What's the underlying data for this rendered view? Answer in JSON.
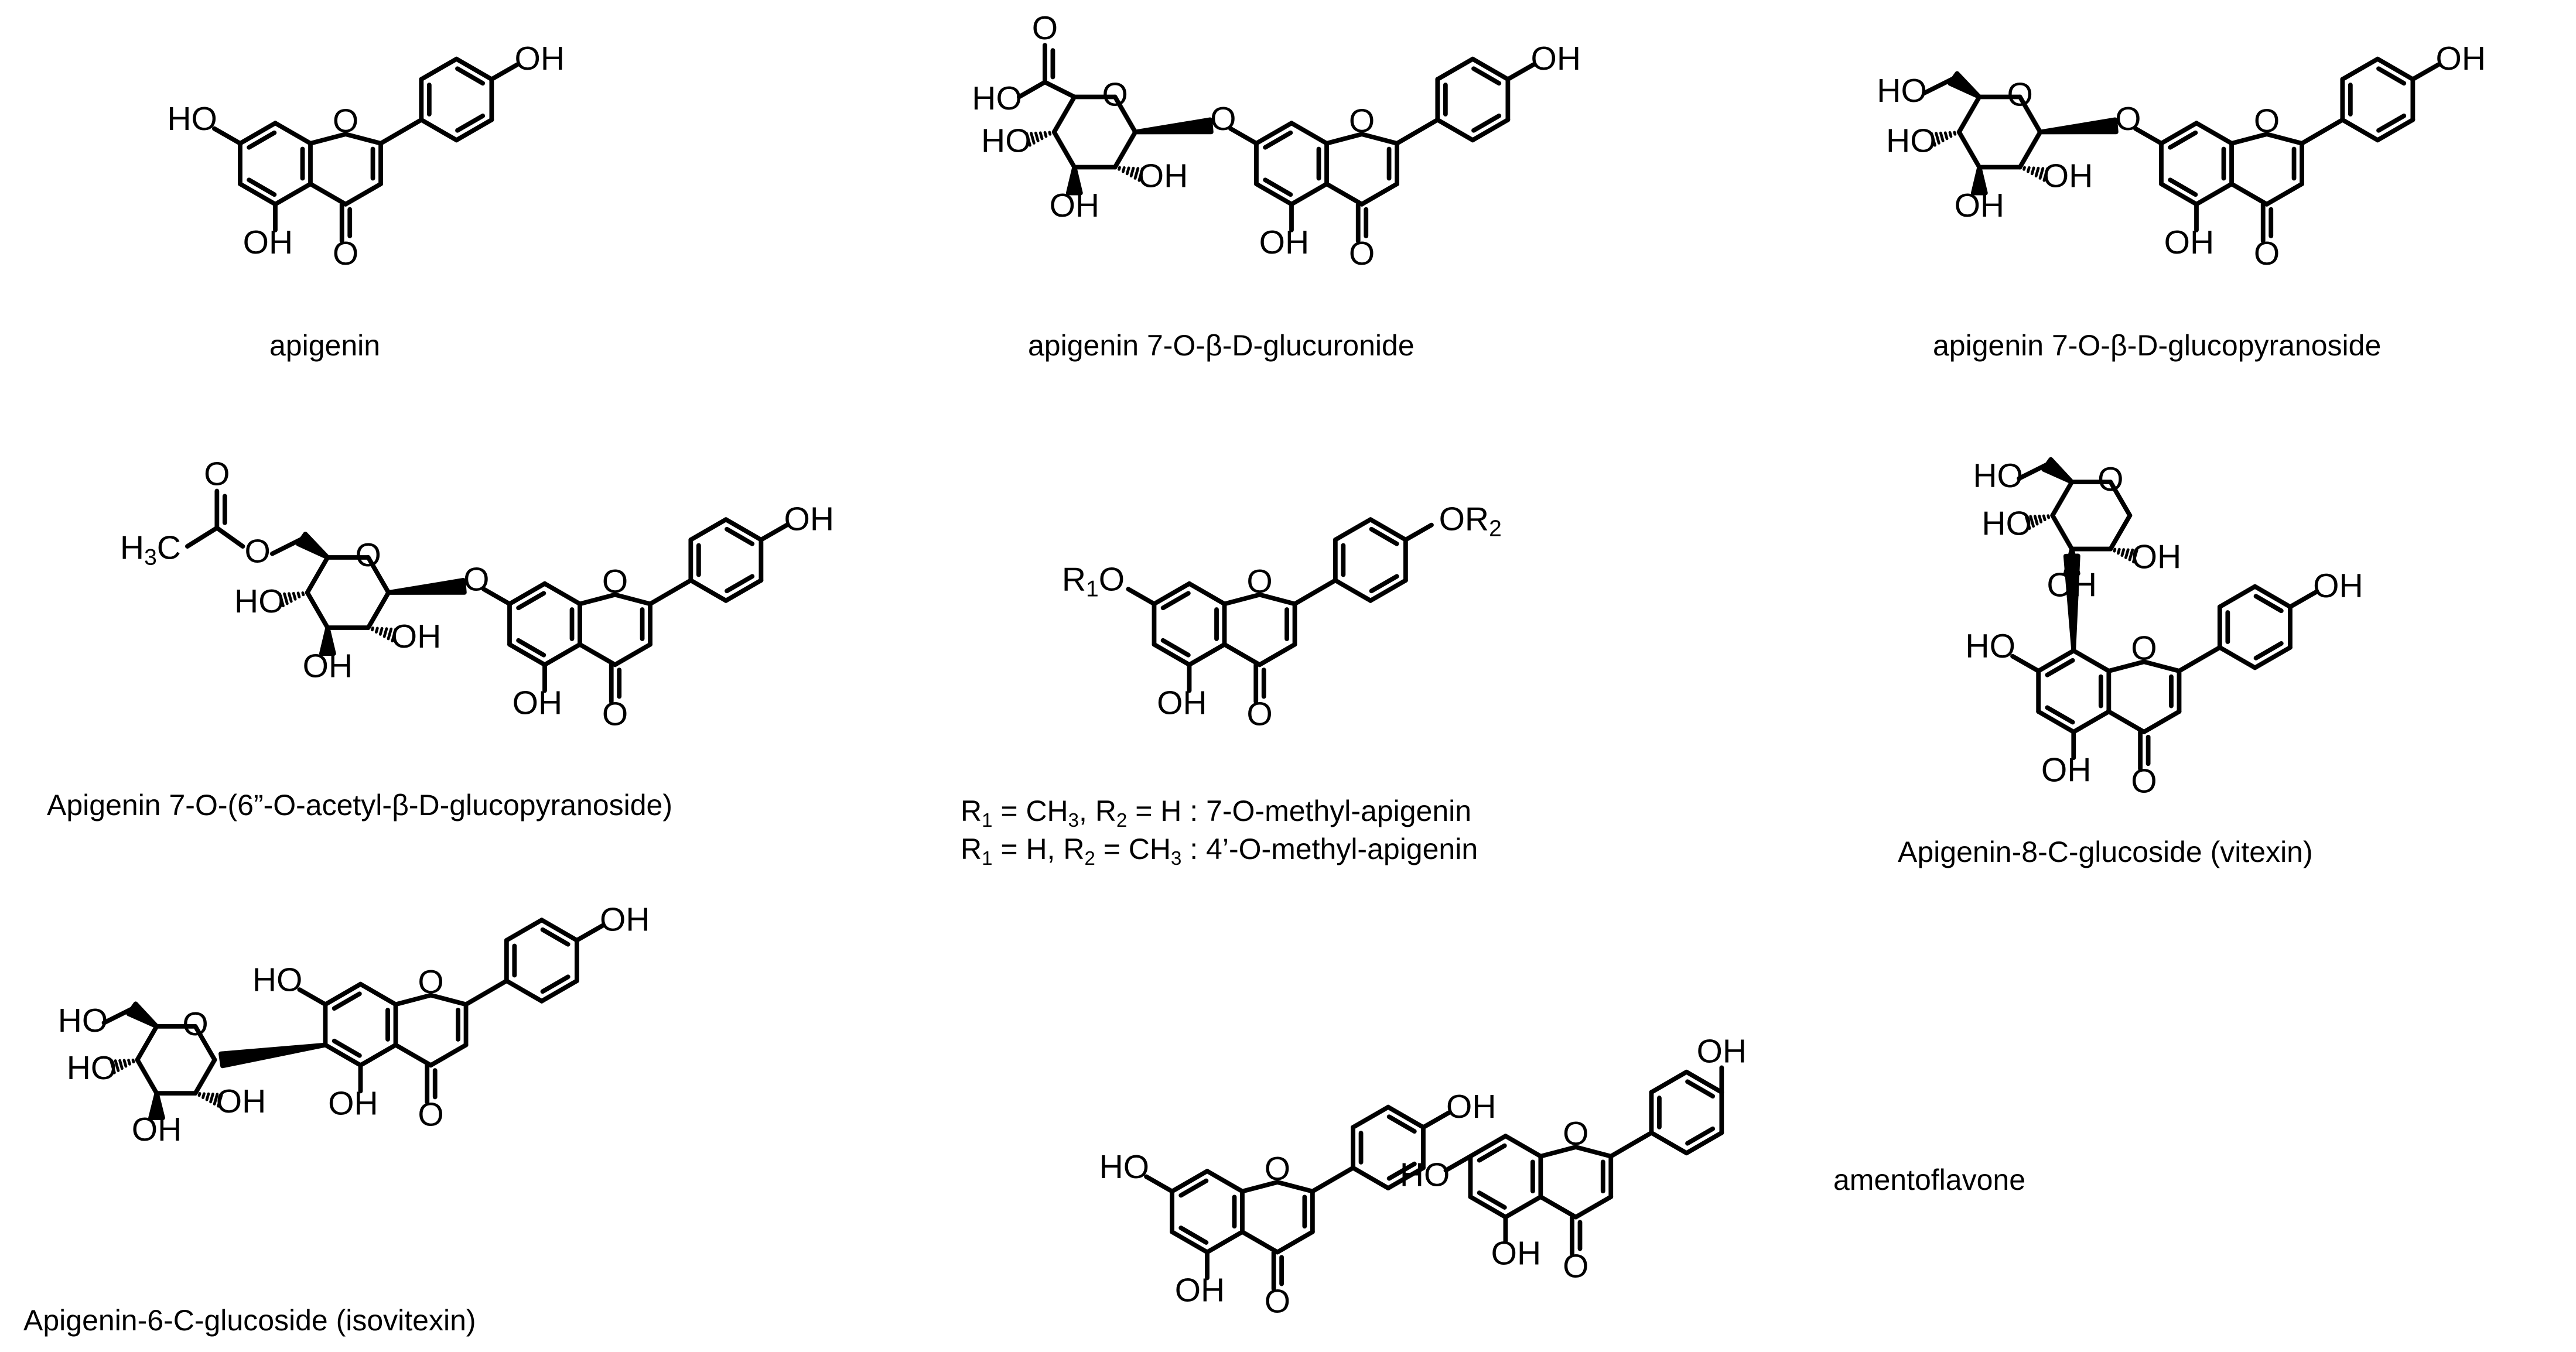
{
  "compounds": [
    {
      "caption": "apigenin"
    },
    {
      "caption": "apigenin 7-O-β-D-glucuronide"
    },
    {
      "caption": "apigenin 7-O-β-D-glucopyranoside"
    },
    {
      "caption": "Apigenin 7-O-(6”-O-acetyl-β-D-glucopyranoside)"
    },
    {
      "caption_line1": {
        "r1": "R",
        "r1_sub": "1",
        "eq1": " = CH",
        "eq1_sub": "3",
        "mid": ", R",
        "r2_sub": "2",
        "rest": " = H : 7-O-methyl-apigenin"
      },
      "caption_line2": {
        "r1": "R",
        "r1_sub": "1",
        "eq1": " = H, R",
        "eq1_sub": "2",
        "mid": " = CH",
        "r2_sub": "3",
        "rest": " : 4’-O-methyl-apigenin"
      }
    },
    {
      "caption": "Apigenin-8-C-glucoside (vitexin)"
    },
    {
      "caption": "Apigenin-6-C-glucoside (isovitexin)"
    },
    {
      "caption": "amentoflavone"
    }
  ],
  "atom_labels": {
    "oh": "OH",
    "ho": "HO",
    "o": "O",
    "r1o": "R",
    "r1o_sub": "1",
    "r1o_tail": "O",
    "or2": "OR",
    "or2_sub": "2",
    "h3c": "H",
    "h3c_sub": "3",
    "h3c_tail": "C"
  }
}
